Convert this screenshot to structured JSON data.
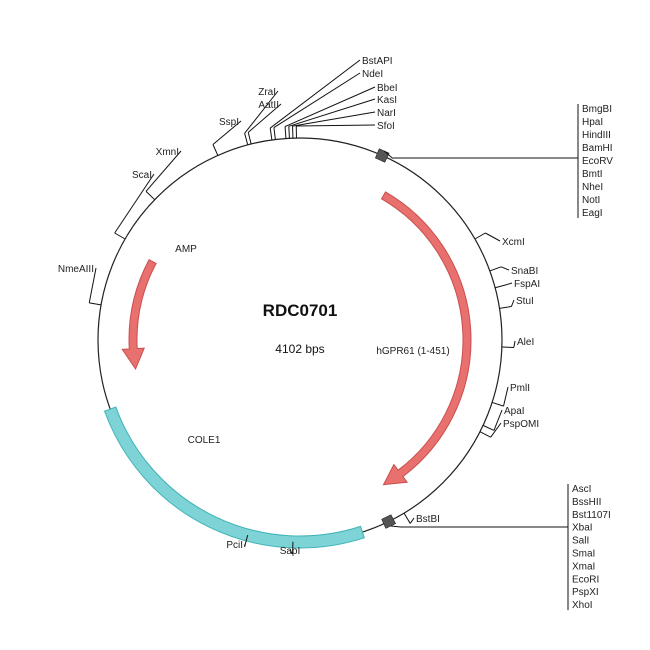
{
  "plasmid": {
    "name": "RDC0701",
    "size_label": "4102 bps",
    "length_bp": 4102
  },
  "colors": {
    "backbone": "#222222",
    "gene_arrow": "#e8706e",
    "gene_arrow_stroke": "#c94f4d",
    "origin": "#7dd3d6",
    "origin_stroke": "#3fb3b7",
    "mcs_block": "#555555"
  },
  "features": [
    {
      "id": "amp",
      "label": "AMP",
      "type": "arrow",
      "start_deg": -62,
      "end_deg": -100,
      "direction": "ccw",
      "color_key": "gene_arrow"
    },
    {
      "id": "hgpr61",
      "label": "hGPR61 (1-451)",
      "type": "arrow",
      "start_deg": 30,
      "end_deg": 150,
      "direction": "cw",
      "color_key": "gene_arrow"
    },
    {
      "id": "cole1",
      "label": "COLE1",
      "type": "band",
      "start_deg": 162,
      "end_deg": 250,
      "color_key": "origin"
    }
  ],
  "sites": [
    {
      "label": "BstAPI",
      "deg": 352
    },
    {
      "label": "NdeI",
      "deg": 353
    },
    {
      "label": "BbeI",
      "deg": 356
    },
    {
      "label": "KasI",
      "deg": 357
    },
    {
      "label": "NarI",
      "deg": 358
    },
    {
      "label": "SfoI",
      "deg": 359
    },
    {
      "label": "XcmI",
      "deg": 60
    },
    {
      "label": "SnaBI",
      "deg": 70
    },
    {
      "label": "FspAI",
      "deg": 75
    },
    {
      "label": "StuI",
      "deg": 81
    },
    {
      "label": "AleI",
      "deg": 92
    },
    {
      "label": "PmlI",
      "deg": 108
    },
    {
      "label": "ApaI",
      "deg": 115
    },
    {
      "label": "PspOMI",
      "deg": 117
    },
    {
      "label": "BstBI",
      "deg": 149
    },
    {
      "label": "SapI",
      "deg": 182
    },
    {
      "label": "PciI",
      "deg": 195
    },
    {
      "label": "NmeAIII",
      "deg": 280
    },
    {
      "label": "ScaI",
      "deg": 300
    },
    {
      "label": "XmnI",
      "deg": 314
    },
    {
      "label": "SspI",
      "deg": 336
    },
    {
      "label": "ZraI",
      "deg": 345
    },
    {
      "label": "AatII",
      "deg": 346
    }
  ],
  "mcs_groups": [
    {
      "id": "mcs-top",
      "deg": 24,
      "labels": [
        "BmgBI",
        "HpaI",
        "HindIII",
        "BamHI",
        "EcoRV",
        "BmtI",
        "NheI",
        "NotI",
        "EagI"
      ]
    },
    {
      "id": "mcs-bottom",
      "deg": 154,
      "labels": [
        "AscI",
        "BssHII",
        "Bst1107I",
        "XbaI",
        "SalI",
        "SmaI",
        "XmaI",
        "EcoRI",
        "PspXI",
        "XhoI"
      ]
    }
  ]
}
